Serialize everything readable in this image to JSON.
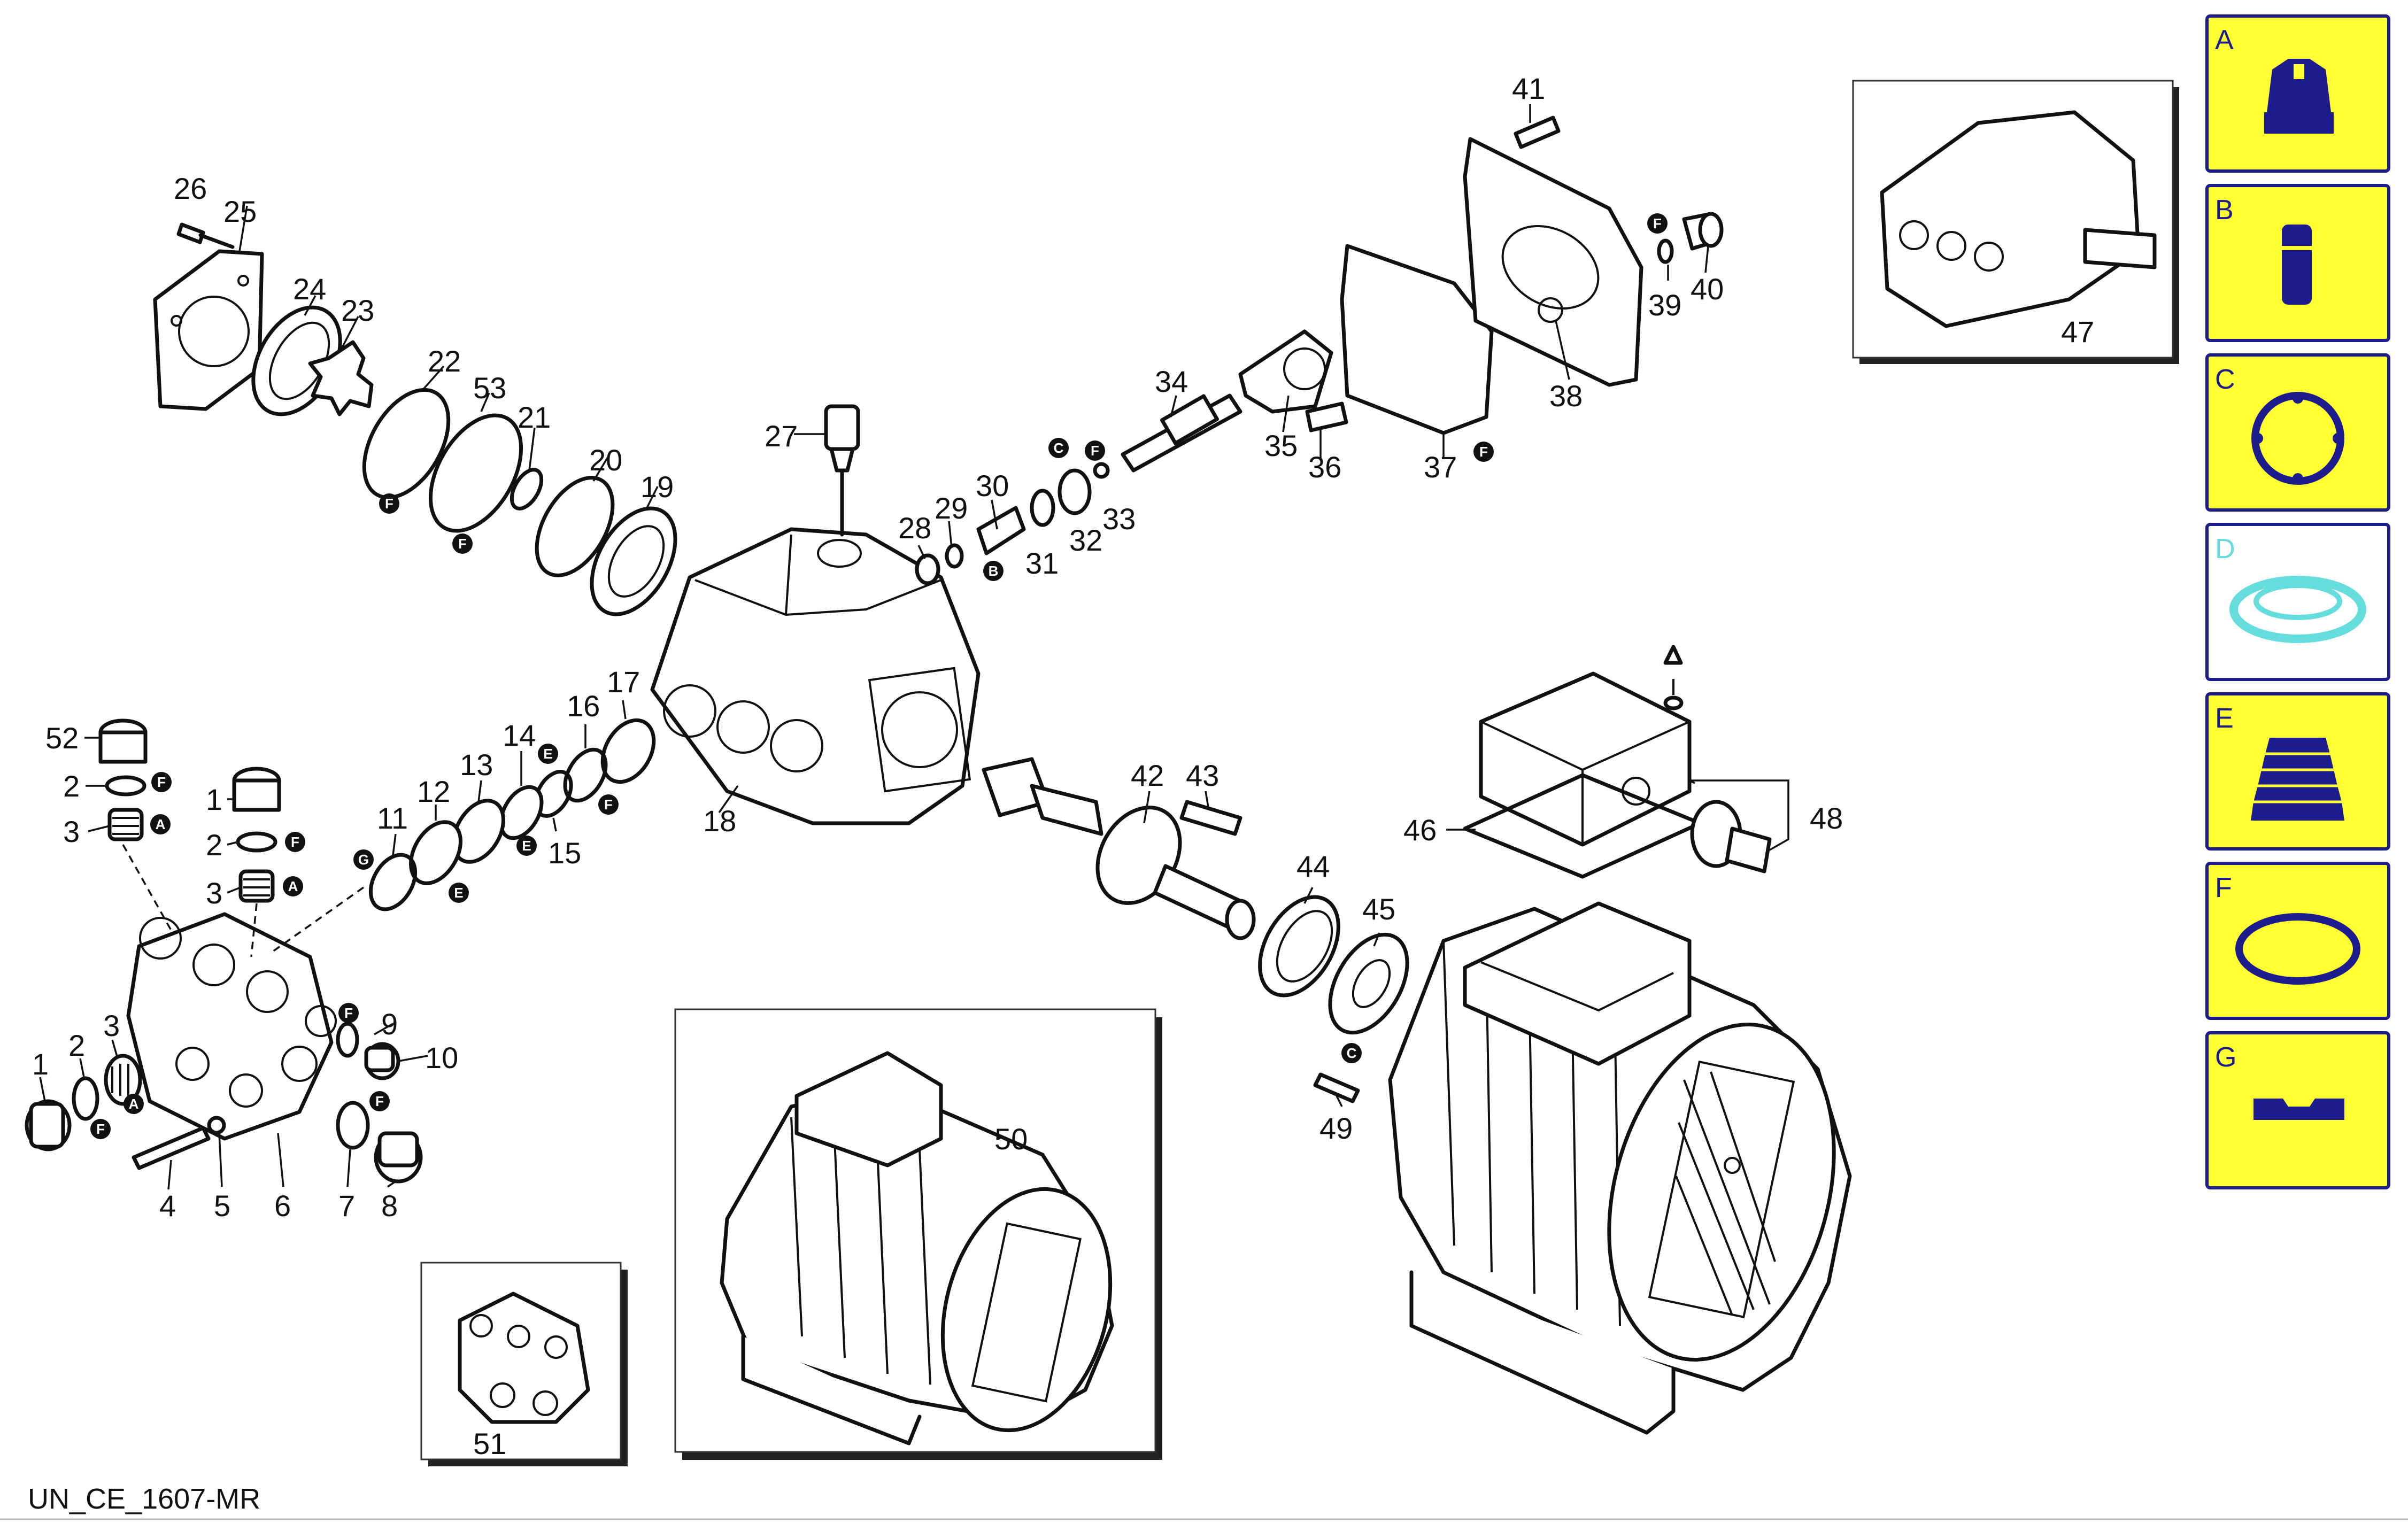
{
  "diagram": {
    "code": "UN_CE_1607-MR",
    "part_numbers": [
      "1",
      "2",
      "3",
      "4",
      "5",
      "6",
      "7",
      "8",
      "9",
      "10",
      "11",
      "12",
      "13",
      "14",
      "15",
      "16",
      "17",
      "18",
      "19",
      "20",
      "21",
      "22",
      "23",
      "24",
      "25",
      "26",
      "27",
      "28",
      "29",
      "30",
      "31",
      "32",
      "33",
      "34",
      "35",
      "36",
      "37",
      "38",
      "39",
      "40",
      "41",
      "42",
      "43",
      "44",
      "45",
      "46",
      "47",
      "48",
      "49",
      "50",
      "51",
      "52",
      "53"
    ],
    "badge_letters": [
      "A",
      "B",
      "C",
      "E",
      "F",
      "G"
    ],
    "insets": [
      "47",
      "50",
      "51"
    ]
  },
  "categories": [
    {
      "letter": "A",
      "icon": "nozzle-icon",
      "color": "#ffff33",
      "active": true
    },
    {
      "letter": "B",
      "icon": "pin-icon",
      "color": "#ffff33",
      "active": true
    },
    {
      "letter": "C",
      "icon": "washer-ring-icon",
      "color": "#ffff33",
      "active": true
    },
    {
      "letter": "D",
      "icon": "seal-ring-icon",
      "color": "#ffffff",
      "active": false
    },
    {
      "letter": "E",
      "icon": "bellows-seal-icon",
      "color": "#ffff33",
      "active": true
    },
    {
      "letter": "F",
      "icon": "o-ring-icon",
      "color": "#ffff33",
      "active": true
    },
    {
      "letter": "G",
      "icon": "gasket-icon",
      "color": "#ffff33",
      "active": true
    }
  ],
  "colors": {
    "accent": "#1c1c8c",
    "panel": "#ffff33",
    "inactive_letter": "#66dddd"
  }
}
